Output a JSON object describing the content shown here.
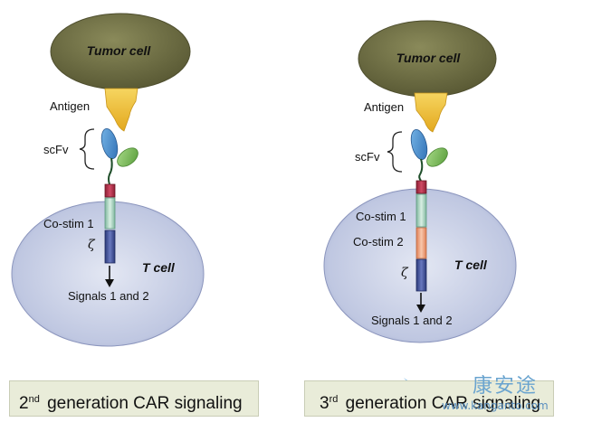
{
  "panels": [
    {
      "tumor_label": "Tumor cell",
      "antigen_label": "Antigen",
      "scfv_label": "scFv",
      "costim1_label": "Co-stim 1",
      "zeta_label": "ζ",
      "tcell_label": "T cell",
      "signals_label": "Signals 1 and 2",
      "caption_pre": "2",
      "caption_sup": "nd",
      "caption_rest": "generation CAR signaling"
    },
    {
      "tumor_label": "Tumor cell",
      "antigen_label": "Antigen",
      "scfv_label": "scFv",
      "costim1_label": "Co-stim 1",
      "costim2_label": "Co-stim 2",
      "zeta_label": "ζ",
      "tcell_label": "T cell",
      "signals_label": "Signals 1 and 2",
      "caption_pre": "3",
      "caption_sup": "rd",
      "caption_rest": "generation CAR signaling"
    }
  ],
  "watermark": {
    "cn": "康安途",
    "url": "www.kanganto.com"
  },
  "colors": {
    "tumor": "#6f6e45",
    "tcell": "#c3cbe3",
    "antigen": "#f2c23a",
    "vh": "#4a8fd0",
    "vl": "#7fbf5a",
    "hinge": "#b8314a",
    "costim1": "#a9d3be",
    "costim2": "#f0a07a",
    "zeta": "#3d4f9a",
    "caption_bg": "#e9ecd9"
  }
}
